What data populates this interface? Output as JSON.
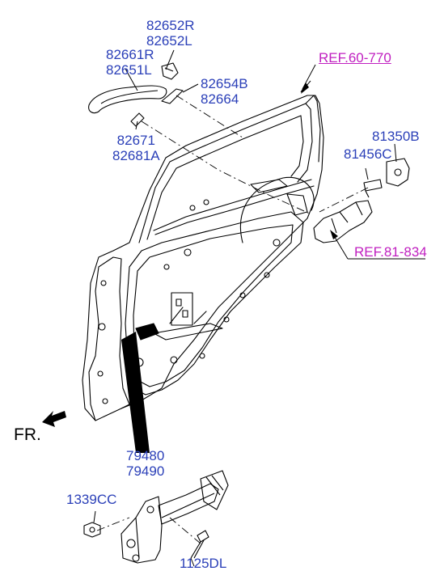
{
  "labels": {
    "p82652": [
      "82652R",
      "82652L"
    ],
    "p82661": [
      "82661R",
      "82651L"
    ],
    "p82654": [
      "82654B",
      "82664"
    ],
    "p82671": [
      "82671",
      "82681A"
    ],
    "p81350": "81350B",
    "p81456": "81456C",
    "p79480": [
      "79480",
      "79490"
    ],
    "p1339": "1339CC",
    "p1125": "1125DL"
  },
  "refs": {
    "ref_60": "REF.60-770",
    "ref_81": "REF.81-834"
  },
  "direction": "FR.",
  "colors": {
    "part_label": "#2a3fb8",
    "ref_label": "#c020c0",
    "line": "#000000"
  }
}
